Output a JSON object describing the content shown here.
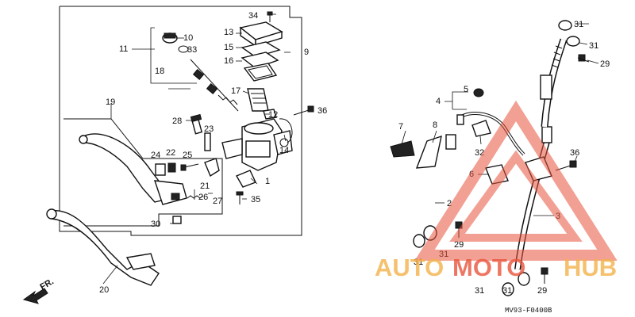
{
  "labels": {
    "p1": "1",
    "p2": "2",
    "p3": "3",
    "p4": "4",
    "p5": "5",
    "p6": "6",
    "p7": "7",
    "p8": "8",
    "p9": "9",
    "p10": "10",
    "p11": "11",
    "p12": "12",
    "p13": "13",
    "p14": "14",
    "p15": "15",
    "p16": "16",
    "p17": "17",
    "p18": "18",
    "p19": "19",
    "p20": "20",
    "p21": "21",
    "p22": "22",
    "p23": "23",
    "p24": "24",
    "p25": "25",
    "p26": "26",
    "p27": "27",
    "p28": "28",
    "p29a": "29",
    "p29b": "29",
    "p29c": "29",
    "p30": "30",
    "p31a": "31",
    "p31b": "31",
    "p31c": "31",
    "p31d": "31",
    "p31e": "31",
    "p32": "32",
    "p33": "33",
    "p34": "34",
    "p35": "35",
    "p36a": "36",
    "p36b": "36"
  },
  "direction_label": "FR.",
  "diagram_code": "MV93-F0400B",
  "watermark": {
    "word_a": "AUTO",
    "word_b": "MOTO",
    "word_c": "HUB",
    "brand_color": "#e8543c",
    "accent_color": "#f2b24a"
  }
}
